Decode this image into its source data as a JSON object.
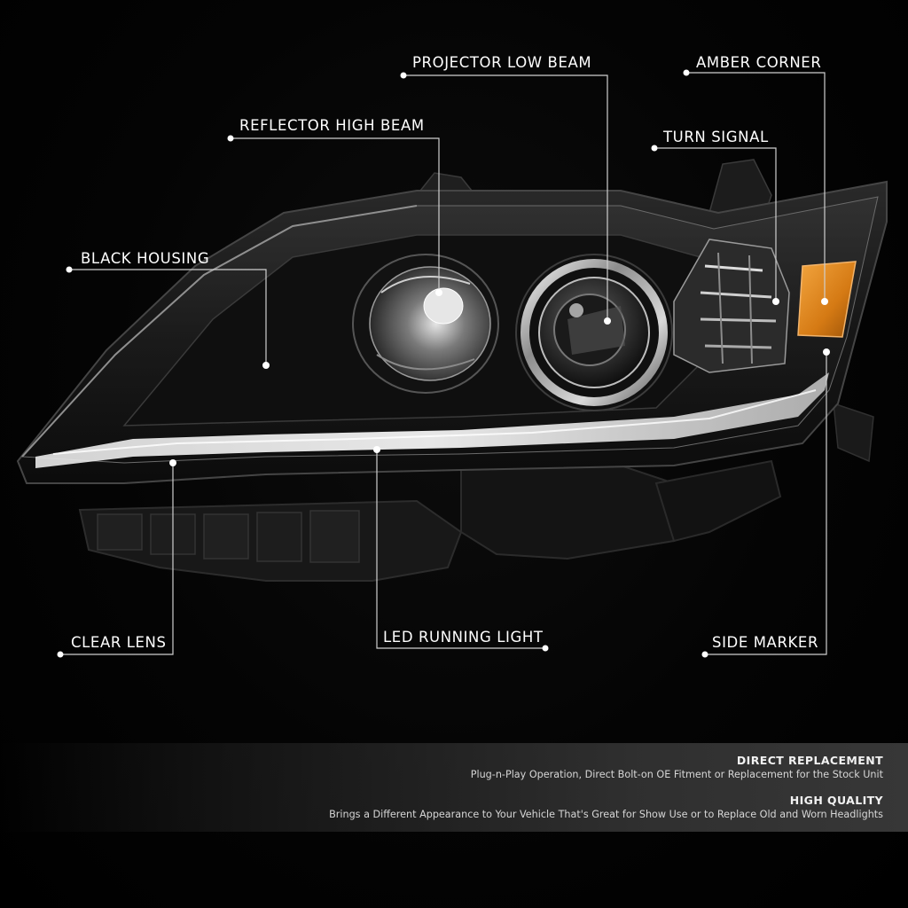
{
  "callouts": {
    "projector_low_beam": "PROJECTOR LOW BEAM",
    "amber_corner": "AMBER CORNER",
    "reflector_high_beam": "REFLECTOR HIGH BEAM",
    "turn_signal": "TURN SIGNAL",
    "black_housing": "BLACK HOUSING",
    "clear_lens": "CLEAR LENS",
    "led_running_light": "LED RUNNING LIGHT",
    "side_marker": "SIDE MARKER"
  },
  "features": [
    {
      "title": "DIRECT REPLACEMENT",
      "description": "Plug-n-Play Operation, Direct Bolt-on OE Fitment or Replacement for the Stock Unit"
    },
    {
      "title": "HIGH QUALITY",
      "description": "Brings a Different Appearance to Your Vehicle That's Great for Show Use or to Replace Old and Worn Headlights"
    }
  ],
  "colors": {
    "background": "#000000",
    "callout_text": "#ffffff",
    "leader_line": "#cfcfcf",
    "amber_lens": "#e08a1e",
    "housing": "#1a1a1a",
    "chrome": "#b9b9b9"
  }
}
